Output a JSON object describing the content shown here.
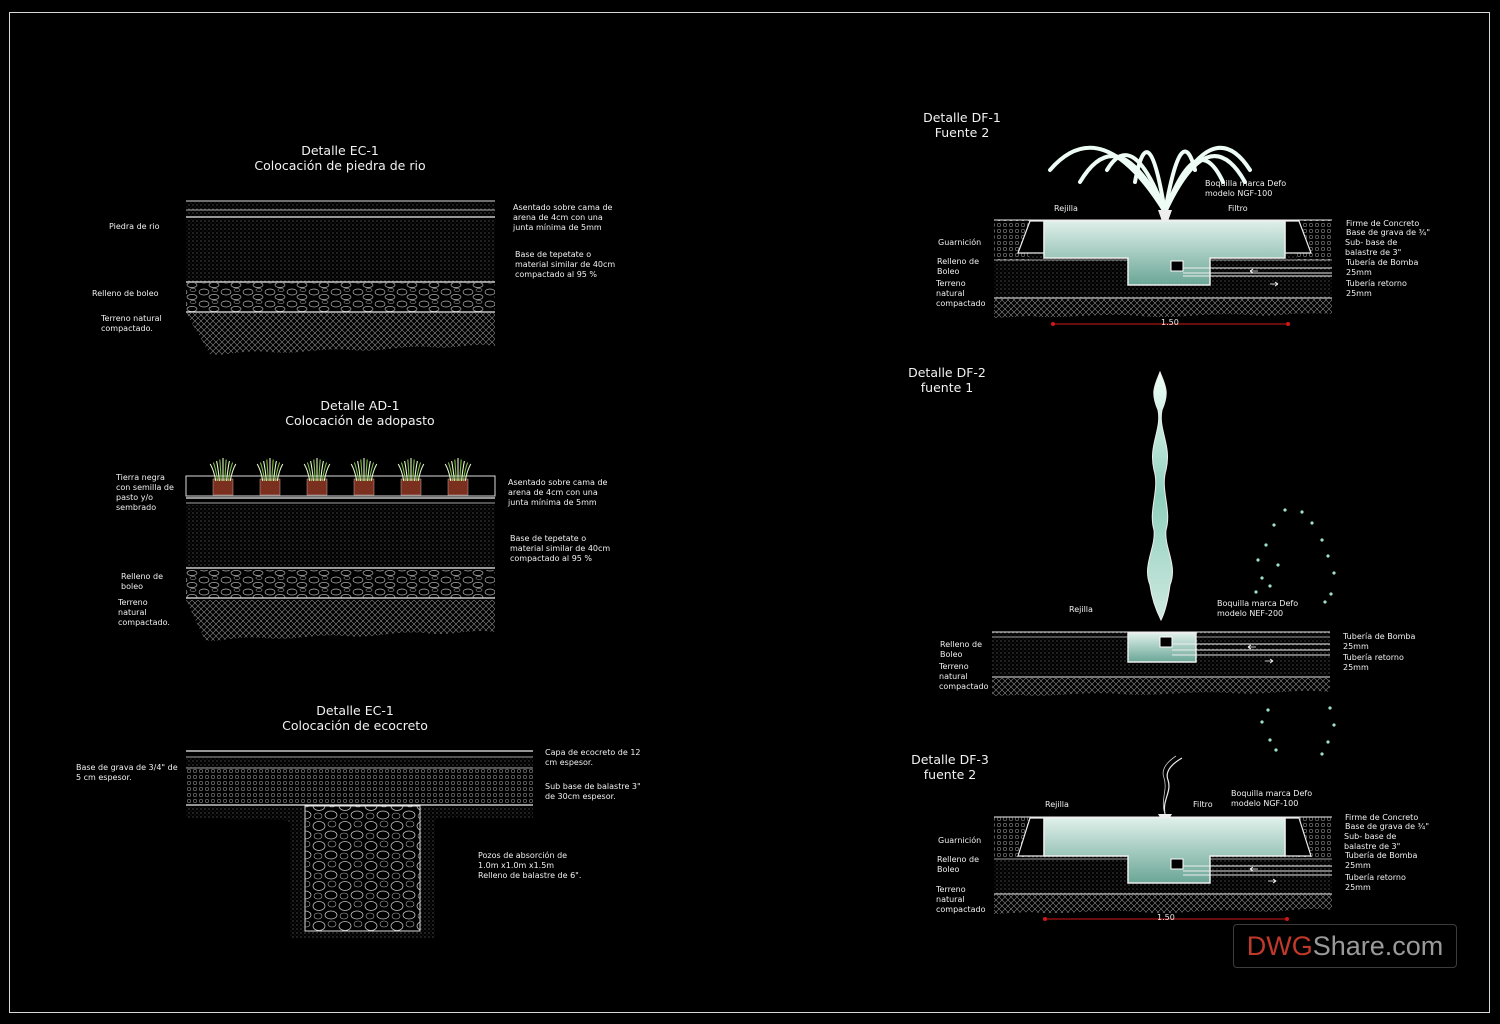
{
  "sheet": {
    "ec1_title": "Detalle EC-1",
    "ec1_subtitle": "Colocación de piedra de rio",
    "ec1_labels": {
      "piedra": "Piedra de rio",
      "relleno": "Relleno de boleo",
      "terreno": "Terreno natural\ncompactado.",
      "asentado": "Asentado sobre cama de\narena de 4cm con una\njunta mínima de 5mm",
      "base": "Base de tepetate o\nmaterial similar de 40cm\ncompactado al 95 %"
    },
    "ad1_title": "Detalle AD-1",
    "ad1_subtitle": "Colocación de adopasto",
    "ad1_labels": {
      "tierra": "Tierra negra\ncon semilla de\npasto y/o\nsembrado",
      "relleno": "Relleno de\nboleo",
      "terreno": "Terreno\nnatural\ncompactado.",
      "asentado": "Asentado sobre cama de\narena de 4cm con una\njunta mínima de 5mm",
      "base": "Base de tepetate o\nmaterial similar de 40cm\ncompactado al 95 %"
    },
    "ec2_title": "Detalle EC-1",
    "ec2_subtitle": "Colocación de ecocreto",
    "ec2_labels": {
      "grava": "Base de grava de 3/4\" de\n5 cm espesor.",
      "capa": "Capa de ecocreto de 12\ncm espesor.",
      "subbase": "Sub base de balastre 3\"\nde 30cm espesor.",
      "pozos": "Pozos de absorción de\n1.0m x1.0m x1.5m\nRelleno de balastre de 6\"."
    },
    "df1_title": "Detalle DF-1",
    "df1_subtitle": "Fuente 2",
    "df1_labels": {
      "boquilla": "Boquilla marca Defo\nmodelo NGF-100",
      "rejilla": "Rejilla",
      "filtro": "Filtro",
      "guarnicion": "Guarnición",
      "relleno": "Relleno de\nBoleo",
      "terreno": "Terreno\nnatural\ncompactado",
      "firme": "Firme de Concreto",
      "grava": "Base de grava de ¾\"",
      "subbase": "Sub- base de\nbalastre de 3\"",
      "bomba": "Tubería de Bomba\n25mm",
      "retorno": "Tubería retorno\n25mm",
      "dim": "1.50"
    },
    "df2_title": "Detalle DF-2",
    "df2_subtitle": "fuente 1",
    "df2_labels": {
      "rejilla": "Rejilla",
      "boquilla": "Boquilla marca Defo\nmodelo NEF-200",
      "relleno": "Relleno de\nBoleo",
      "terreno": "Terreno\nnatural\ncompactado",
      "bomba": "Tubería de Bomba\n25mm",
      "retorno": "Tubería retorno\n25mm"
    },
    "df3_title": "Detalle DF-3",
    "df3_subtitle": "fuente 2",
    "df3_labels": {
      "rejilla": "Rejilla",
      "filtro": "Filtro",
      "boquilla": "Boquilla marca Defo\nmodelo NGF-100",
      "guarnicion": "Guarnición",
      "relleno": "Relleno de\nBoleo",
      "terreno": "Terreno\nnatural\ncompactado",
      "firme": "Firme de Concreto",
      "grava": "Base de grava de ¾\"",
      "subbase": "Sub- base de\nbalastre de 3\"",
      "bomba": "Tubería de Bomba\n25mm",
      "retorno": "Tubería retorno\n25mm",
      "dim": "1.50"
    }
  },
  "brand": {
    "part1": "DWG",
    "part2": "Share.com"
  },
  "colors": {
    "water": "#7fb8a8",
    "dimension": "#d01818",
    "grass": "#7fc24a",
    "soil": "#7a2f1f"
  }
}
